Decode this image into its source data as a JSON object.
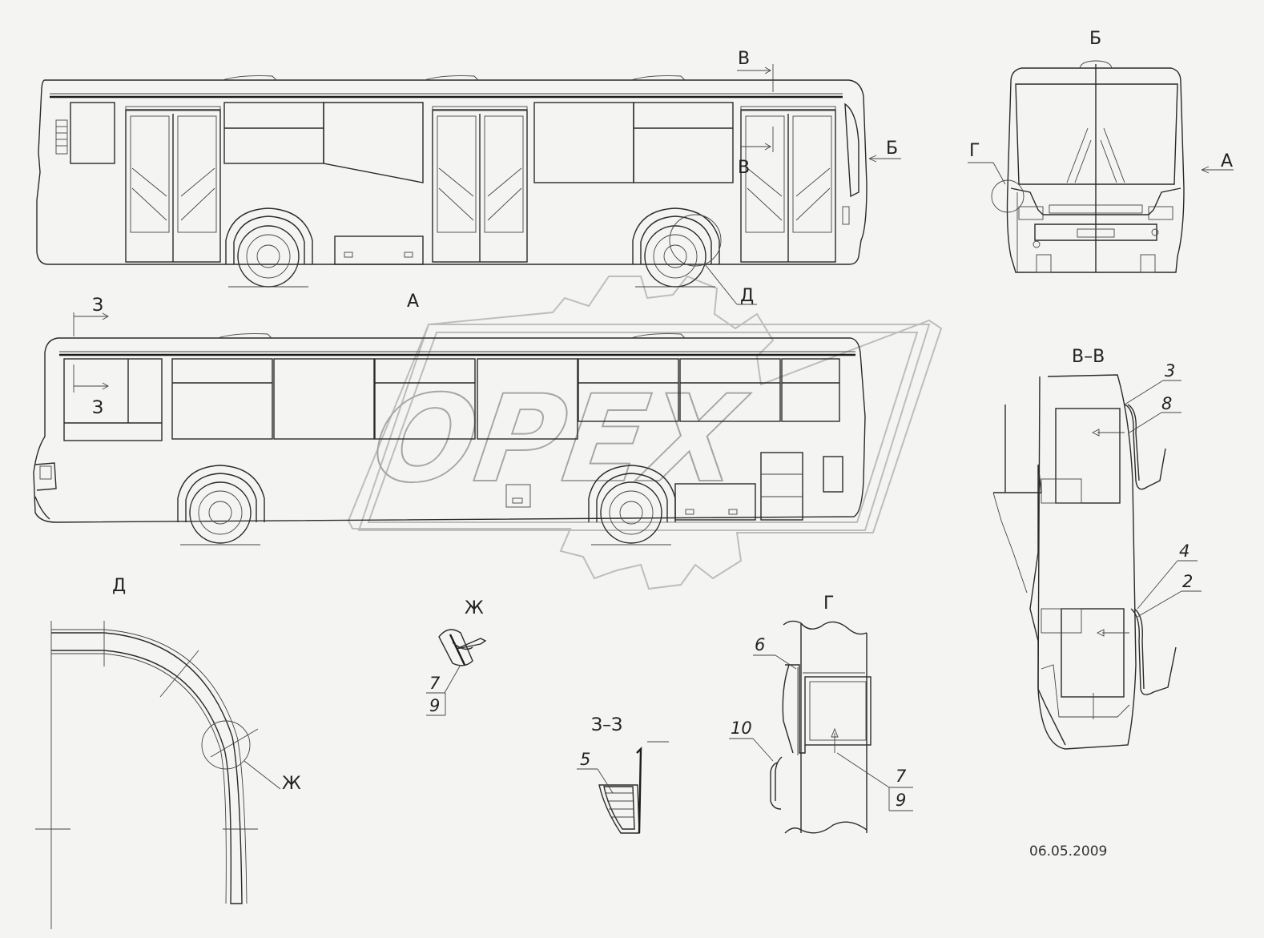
{
  "watermark": {
    "text": "OPEX"
  },
  "views": {
    "side_right": {
      "label": "A",
      "section_marks": [
        "B",
        "B"
      ],
      "view_mark": "Б"
    },
    "side_left": {
      "section_marks": [
        "З",
        "З"
      ]
    },
    "front": {
      "label": "Б",
      "view_arrow": "A",
      "detail_mark": "Г"
    },
    "section_vv": {
      "label": "В–В",
      "callouts": [
        "3",
        "8",
        "4",
        "2"
      ]
    },
    "detail_d": {
      "label": "Д",
      "sub_detail": "Ж"
    },
    "detail_zh": {
      "label": "Ж",
      "callouts": [
        "7",
        "9"
      ]
    },
    "section_zz": {
      "label": "З–З",
      "callouts": [
        "5"
      ]
    },
    "detail_g": {
      "label": "Г",
      "callouts": [
        "6",
        "10",
        "7",
        "9"
      ]
    },
    "wheel_detail_mark": "Д"
  },
  "date": "06.05.2009"
}
